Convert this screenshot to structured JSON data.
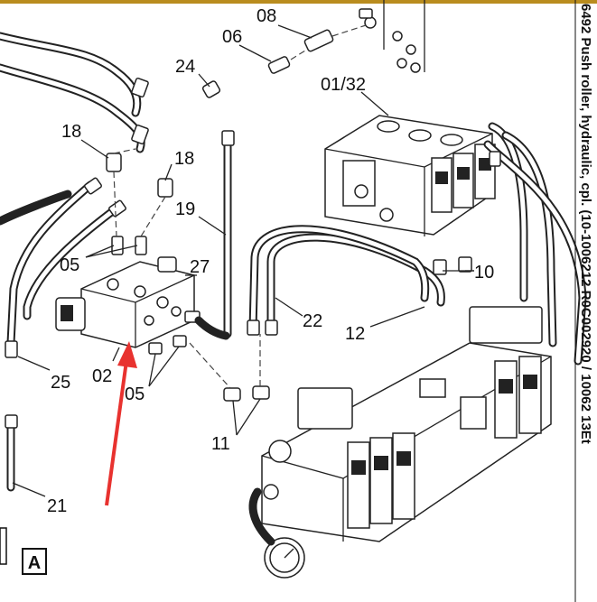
{
  "colors": {
    "top_bar": "#b98c1e",
    "arrow": "#e8322f",
    "ink": "#222222"
  },
  "callouts": [
    {
      "id": "c08a",
      "text": "08"
    },
    {
      "id": "c06",
      "text": "06"
    },
    {
      "id": "c24",
      "text": "24"
    },
    {
      "id": "c0132",
      "text": "01/32"
    },
    {
      "id": "c18a",
      "text": "18"
    },
    {
      "id": "c18b",
      "text": "18"
    },
    {
      "id": "c19",
      "text": "19"
    },
    {
      "id": "c05a",
      "text": "05"
    },
    {
      "id": "c27",
      "text": "27"
    },
    {
      "id": "c10",
      "text": "10"
    },
    {
      "id": "c22",
      "text": "22"
    },
    {
      "id": "c12",
      "text": "12"
    },
    {
      "id": "c25",
      "text": "25"
    },
    {
      "id": "c02",
      "text": "02"
    },
    {
      "id": "c05b",
      "text": "05"
    },
    {
      "id": "c11",
      "text": "11"
    },
    {
      "id": "c21",
      "text": "21"
    }
  ],
  "view_label": "A",
  "side_caption": "6492 Push roller, hydraulic, cpl. (10-1006212 R0C002920 / 10062 13Et"
}
